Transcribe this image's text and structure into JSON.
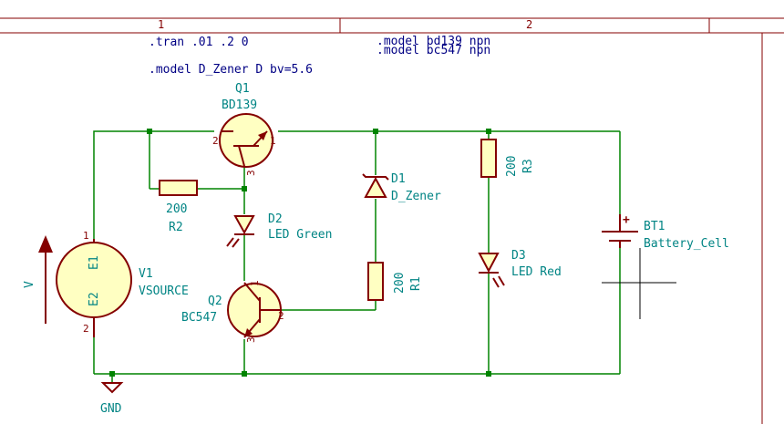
{
  "frame": {
    "col1": "1",
    "col2": "2"
  },
  "directives": {
    "tran": ".tran .01 .2 0",
    "zener_model": ".model D_Zener D bv=5.6",
    "model_bd139": ".model bd139 npn",
    "model_bc547": ".model bc547 npn"
  },
  "components": {
    "q1": {
      "ref": "Q1",
      "value": "BD139",
      "pins": [
        "2",
        "1",
        "3"
      ]
    },
    "q2": {
      "ref": "Q2",
      "value": "BC547",
      "pins": [
        "1",
        "2",
        "3"
      ]
    },
    "r2": {
      "ref": "R2",
      "value": "200"
    },
    "r1": {
      "ref": "R1",
      "value": "200"
    },
    "r3": {
      "ref": "R3",
      "value": "200"
    },
    "d1": {
      "ref": "D1",
      "value": "D_Zener"
    },
    "d2": {
      "ref": "D2",
      "value": "LED Green"
    },
    "d3": {
      "ref": "D3",
      "value": "LED Red"
    },
    "bt1": {
      "ref": "BT1",
      "value": "Battery_Cell",
      "plus": "+"
    },
    "v1": {
      "ref": "V1",
      "value": "VSOURCE",
      "pin_top": "E1",
      "pin_bot": "E2",
      "num_top": "1",
      "num_bot": "2",
      "arrow_label": "V"
    },
    "gnd": {
      "label": "GND"
    }
  },
  "colors": {
    "wire": "#008400",
    "symbol": "#840000",
    "reference": "#008484",
    "directive": "#000084",
    "symbol_fill": "#ffffc2"
  }
}
